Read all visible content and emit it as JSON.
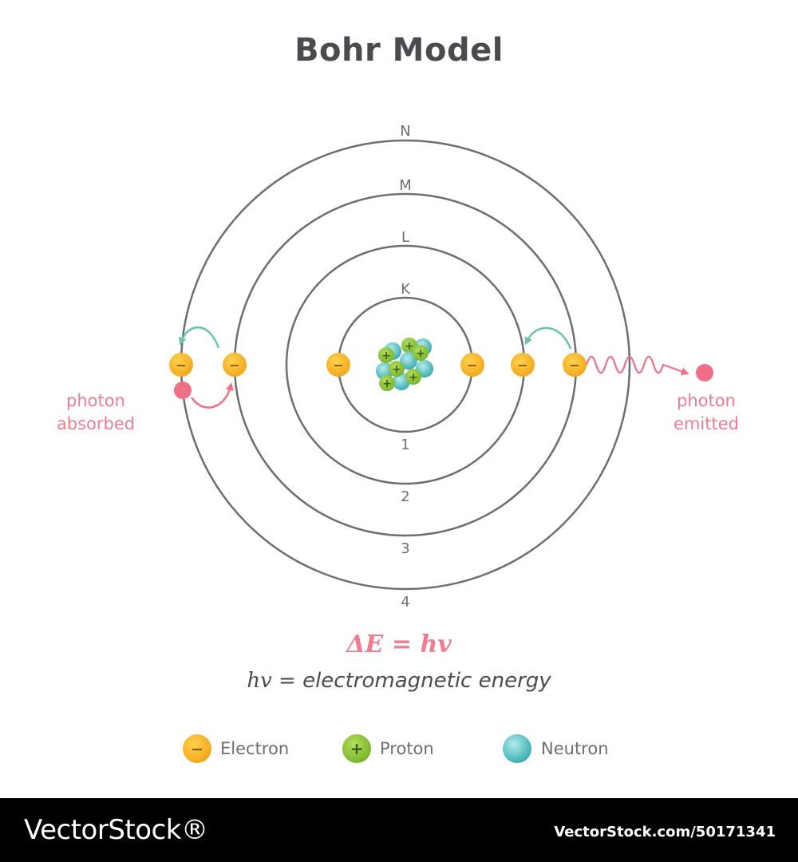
{
  "title": "Bohr Model",
  "shells": [
    {
      "letter": "K",
      "number": "1"
    },
    {
      "letter": "L",
      "number": "2"
    },
    {
      "letter": "M",
      "number": "3"
    },
    {
      "letter": "N",
      "number": "4"
    }
  ],
  "captions": {
    "absorbed": "photon\nabsorbed",
    "emitted": "photon\nemitted"
  },
  "equations": {
    "delta": "ΔE = hv",
    "hv_symbol": "hv",
    "hv_rest": " = electromagnetic energy"
  },
  "legend": {
    "electron": "Electron",
    "proton": "Proton",
    "neutron": "Neutron"
  },
  "particle_signs": {
    "electron": "−",
    "proton": "+"
  },
  "footer": {
    "brand": "VectorStock®",
    "image_id": "VectorStock.com/50171341"
  },
  "colors": {
    "electron": "#f7b523",
    "proton": "#8cc63f",
    "neutron": "#5fc4c6",
    "photon": "#ef6f86",
    "arrow": "#6cc2ad",
    "orbit": "#6d6e72",
    "title": "#4a4b4f"
  }
}
